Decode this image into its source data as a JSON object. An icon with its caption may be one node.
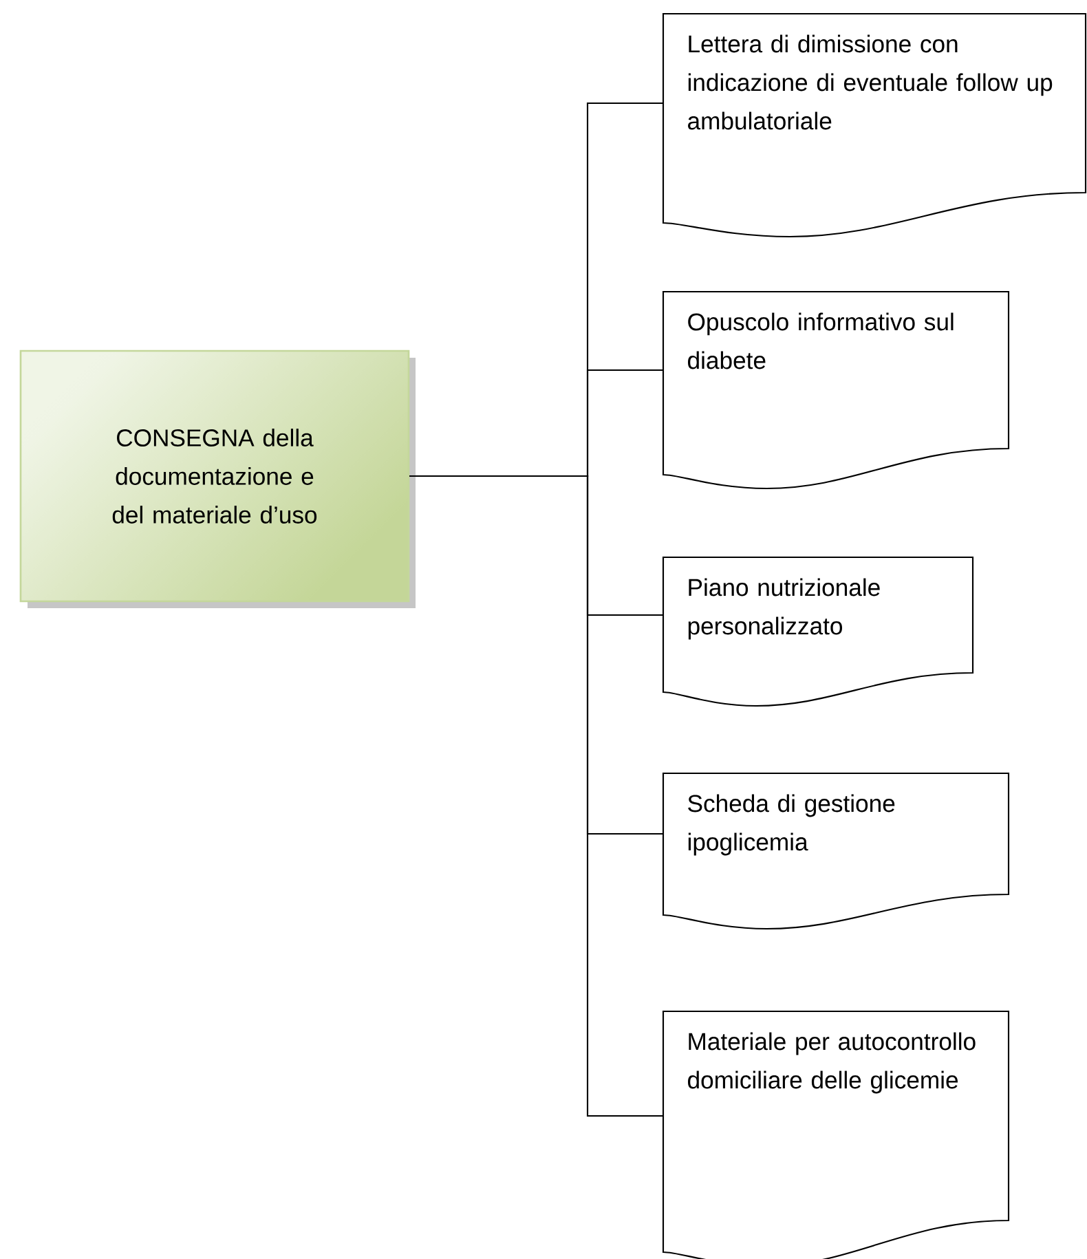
{
  "diagram": {
    "nodes": [
      {
        "text": [
          "CONSEGNA della documentazione e del materiale d’uso"
        ]
      },
      {
        "text": [
          "Lettera di dimissione con indicazione di eventuale follow up ambulatoriale"
        ]
      },
      {
        "text": [
          "Opuscolo informativo sul diabete"
        ]
      },
      {
        "text": [
          "Piano nutrizionale personalizzato"
        ]
      },
      {
        "text": [
          "Scheda di gestione ipoglicemia"
        ]
      },
      {
        "text": [
          "Materiale per autocontrollo domiciliare delle glicemie"
        ]
      }
    ],
    "edges": [
      {
        "from": 0,
        "to": 1,
        "arrow": "none"
      },
      {
        "from": 0,
        "to": 2,
        "arrow": "none"
      },
      {
        "from": 0,
        "to": 3,
        "arrow": "none"
      },
      {
        "from": 0,
        "to": 4,
        "arrow": "none"
      },
      {
        "from": 0,
        "to": 5,
        "arrow": "none"
      }
    ]
  }
}
